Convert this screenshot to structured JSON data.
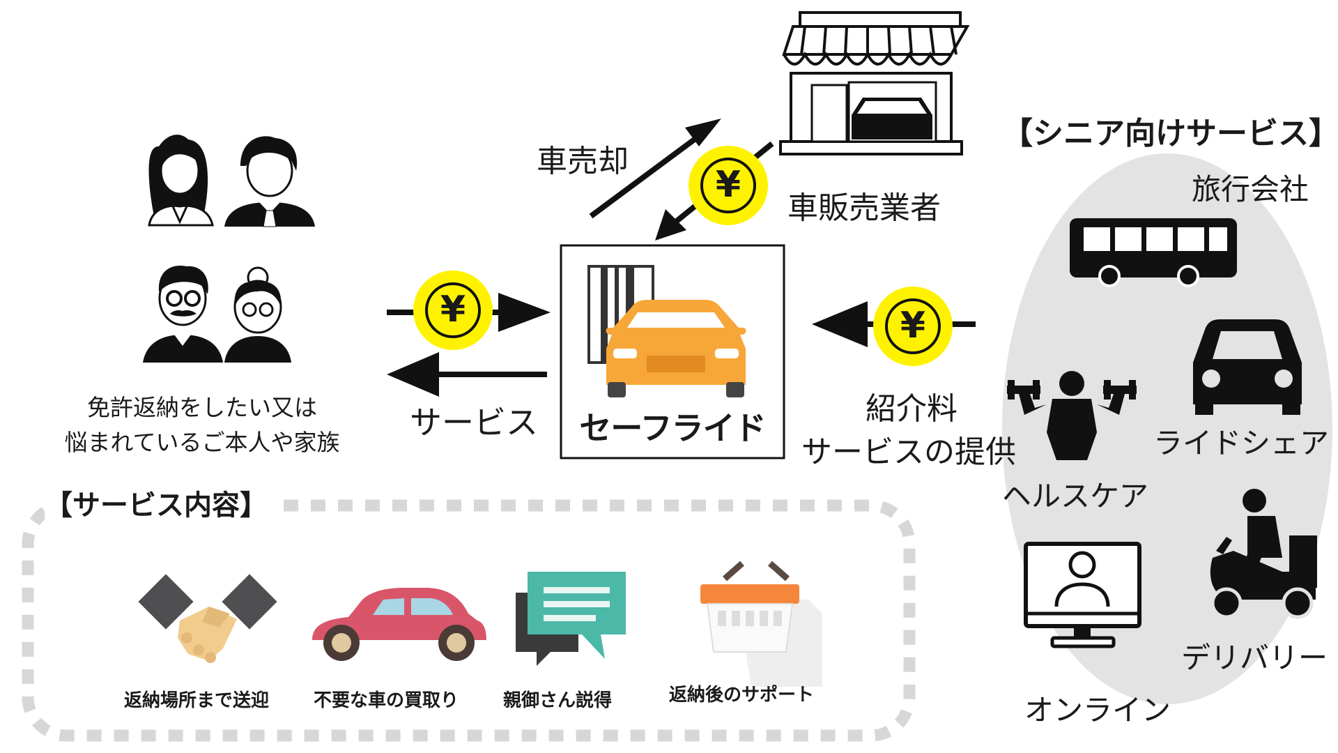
{
  "logo": {
    "text": "セーフライド"
  },
  "dealer": {
    "label": "車販売業者"
  },
  "flows": {
    "car_sale": "車売却",
    "service": "サービス",
    "referral_fee": "紹介料",
    "service_provision": "サービスの提供",
    "yen": "¥"
  },
  "customers": {
    "line1": "免許返納をしたい又は",
    "line2": "悩まれているご本人や家族"
  },
  "senior": {
    "title": "【シニア向けサービス】",
    "items": [
      "旅行会社",
      "ライドシェア",
      "ヘルスケア",
      "デリバリー",
      "オンライン"
    ]
  },
  "service_content": {
    "title": "【サービス内容】",
    "items": [
      "返納場所まで送迎",
      "不要な車の買取り",
      "親御さん説得",
      "返納後のサポート"
    ]
  },
  "colors": {
    "coin": "#fff200",
    "logo_car": "#f7a738",
    "senior_bg": "#e3e3e3",
    "dashed_border": "#d7d7d7",
    "handshake": "#f1cc8c",
    "small_car": "#d9566a",
    "chat": "#4bb8a8",
    "basket": "#f4873c"
  },
  "icons": [
    "woman-icon",
    "man-icon",
    "elderly-man-icon",
    "elderly-woman-icon",
    "store-icon",
    "bus-icon",
    "car-icon",
    "fitness-icon",
    "scooter-icon",
    "computer-user-icon",
    "handshake-icon",
    "car-pink-icon",
    "chat-icon",
    "basket-icon"
  ]
}
